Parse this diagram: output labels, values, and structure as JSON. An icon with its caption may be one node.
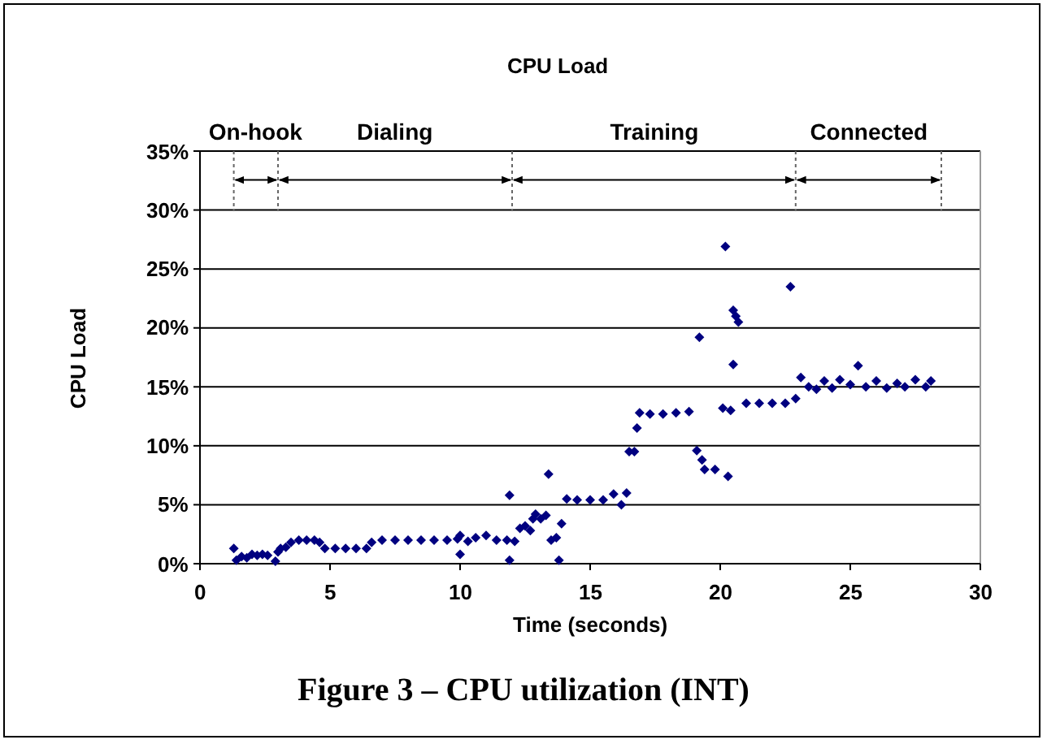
{
  "diagram": {
    "caption": "Figure 3 – CPU utilization (INT)",
    "chart_data": {
      "type": "scatter",
      "title": "CPU Load",
      "xlabel": "Time (seconds)",
      "ylabel": "CPU Load",
      "xlim": [
        0,
        30
      ],
      "ylim": [
        0,
        35
      ],
      "xticks": [
        0,
        5,
        10,
        15,
        20,
        25,
        30
      ],
      "yticks": [
        {
          "value": 0,
          "label": "0%"
        },
        {
          "value": 5,
          "label": "5%"
        },
        {
          "value": 10,
          "label": "10%"
        },
        {
          "value": 15,
          "label": "15%"
        },
        {
          "value": 20,
          "label": "20%"
        },
        {
          "value": 25,
          "label": "25%"
        },
        {
          "value": 30,
          "label": "30%"
        },
        {
          "value": 35,
          "label": "35%"
        }
      ],
      "x": [
        1.3,
        1.4,
        1.6,
        1.8,
        2.0,
        2.2,
        2.4,
        2.6,
        2.9,
        3.0,
        3.1,
        3.3,
        3.5,
        3.8,
        4.1,
        4.4,
        4.6,
        4.8,
        5.2,
        5.6,
        6.0,
        6.4,
        6.6,
        7.0,
        7.5,
        8.0,
        8.5,
        9.0,
        9.5,
        9.9,
        10.0,
        10.0,
        10.3,
        10.6,
        11.0,
        11.4,
        11.8,
        11.9,
        11.9,
        12.1,
        12.3,
        12.5,
        12.7,
        12.8,
        12.9,
        13.1,
        13.3,
        13.4,
        13.5,
        13.7,
        13.8,
        13.9,
        14.1,
        14.5,
        15.0,
        15.5,
        15.9,
        16.2,
        16.4,
        16.5,
        16.7,
        16.8,
        16.9,
        17.3,
        17.8,
        18.3,
        18.8,
        19.1,
        19.2,
        19.3,
        19.4,
        19.8,
        20.1,
        20.3,
        20.2,
        20.4,
        20.5,
        20.6,
        20.5,
        20.7,
        21.0,
        21.5,
        22.0,
        22.5,
        22.7,
        22.9,
        23.1,
        23.4,
        23.7,
        24.0,
        24.3,
        24.6,
        25.0,
        25.3,
        25.6,
        26.0,
        26.4,
        26.8,
        27.1,
        27.5,
        27.9,
        28.1
      ],
      "series": [
        {
          "color": "#000080",
          "values": [
            1.3,
            0.3,
            0.6,
            0.5,
            0.8,
            0.7,
            0.8,
            0.7,
            0.2,
            1.0,
            1.3,
            1.4,
            1.8,
            2.0,
            2.0,
            2.0,
            1.8,
            1.3,
            1.3,
            1.3,
            1.3,
            1.3,
            1.8,
            2.0,
            2.0,
            2.0,
            2.0,
            2.0,
            2.0,
            2.1,
            0.8,
            2.4,
            1.9,
            2.2,
            2.4,
            2.0,
            2.0,
            0.3,
            5.8,
            1.9,
            3.0,
            3.2,
            2.8,
            3.8,
            4.2,
            3.8,
            4.1,
            7.6,
            2.0,
            2.2,
            0.3,
            3.4,
            5.5,
            5.4,
            5.4,
            5.4,
            5.9,
            5.0,
            6.0,
            9.5,
            9.5,
            11.5,
            12.8,
            12.7,
            12.7,
            12.8,
            12.9,
            9.6,
            19.2,
            8.8,
            8.0,
            8.0,
            13.2,
            7.4,
            26.9,
            13.0,
            21.5,
            21.0,
            16.9,
            20.5,
            13.6,
            13.6,
            13.6,
            13.6,
            23.5,
            14.0,
            15.8,
            15.0,
            14.8,
            15.5,
            14.9,
            15.6,
            15.2,
            16.8,
            15.0,
            15.5,
            14.9,
            15.3,
            15.0,
            15.6,
            15.0,
            15.5
          ]
        }
      ],
      "grid": true,
      "ref_lines": [
        {
          "axis": "x",
          "value": 1.3
        },
        {
          "axis": "x",
          "value": 3.0
        },
        {
          "axis": "x",
          "value": 12.0
        },
        {
          "axis": "x",
          "value": 22.9
        },
        {
          "axis": "x",
          "value": 28.5
        }
      ],
      "annotations": [
        "On-hook",
        "Dialing",
        "Training",
        "Connected"
      ]
    }
  }
}
